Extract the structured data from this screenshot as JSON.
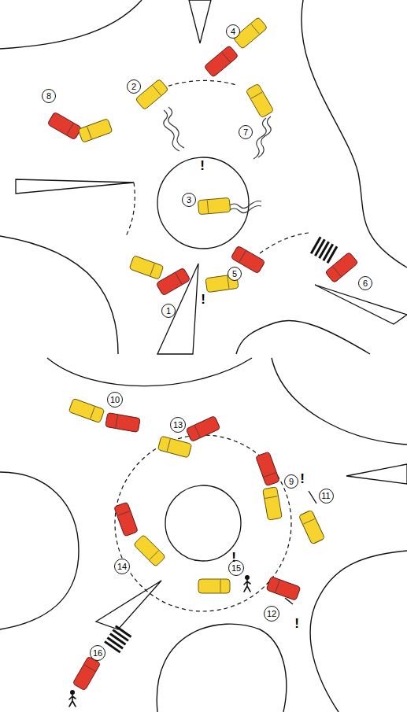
{
  "diagram": {
    "nodes": [
      {
        "text": [
          "4"
        ]
      },
      {
        "text": [
          "2"
        ]
      },
      {
        "text": [
          "8"
        ]
      },
      {
        "text": [
          "7"
        ]
      },
      {
        "text": [
          "3"
        ]
      },
      {
        "text": [
          "5"
        ]
      },
      {
        "text": [
          "6"
        ]
      },
      {
        "text": [
          "1"
        ]
      },
      {
        "text": [
          "10"
        ]
      },
      {
        "text": [
          "13"
        ]
      },
      {
        "text": [
          "9"
        ]
      },
      {
        "text": [
          "11"
        ]
      },
      {
        "text": [
          "14"
        ]
      },
      {
        "text": [
          "15"
        ]
      },
      {
        "text": [
          "12"
        ]
      },
      {
        "text": [
          "16"
        ]
      }
    ],
    "labels": [
      "!",
      "!",
      "!",
      "!",
      "!"
    ]
  }
}
